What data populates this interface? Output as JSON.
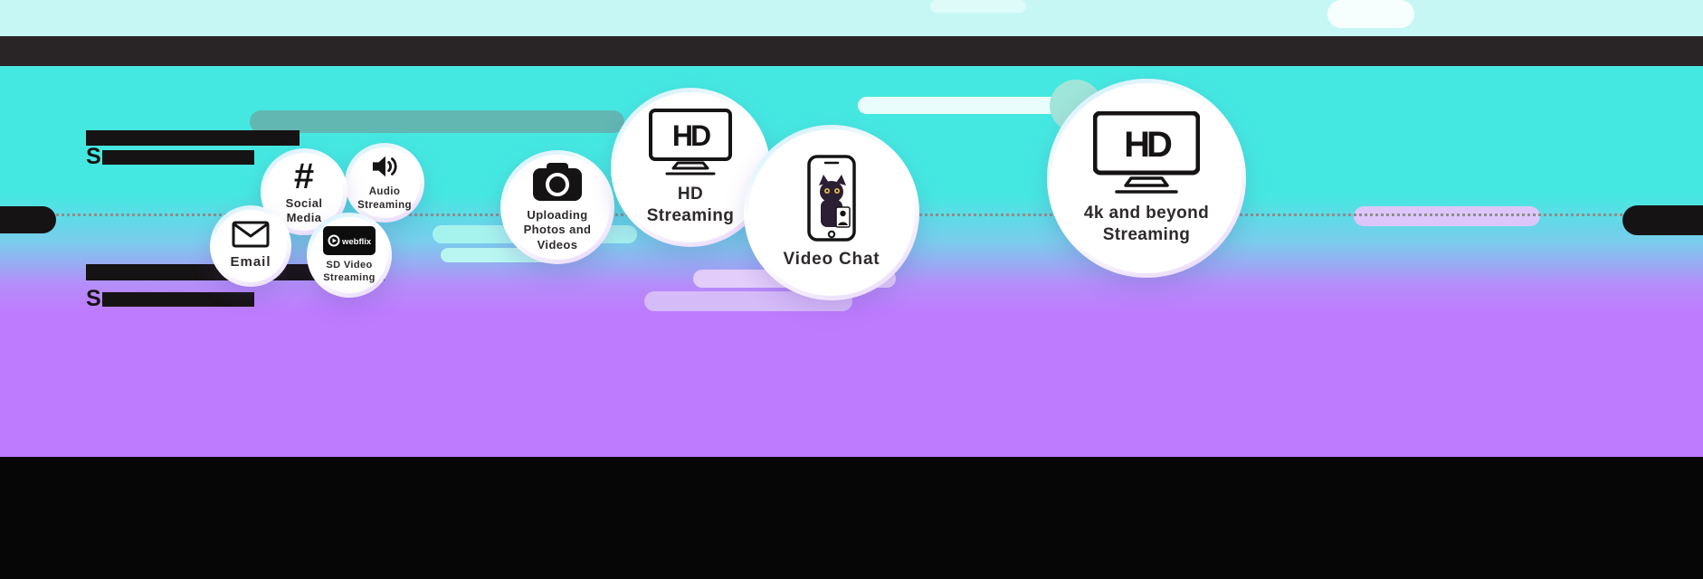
{
  "colors": {
    "cyan": "#45e8e1",
    "purple": "#be7bfe",
    "top_strip": "#c7f7f5",
    "header_bar": "#292526",
    "footer_bar": "#060606",
    "ink": "#161314",
    "pill_teal": "#62b7b3",
    "pill_lavender": "#d6bbf9"
  },
  "redacted": {
    "block1_line2_prefix": "S",
    "block2_line2_prefix": "S"
  },
  "bubbles": [
    {
      "label": "Email",
      "icon": "envelope-icon"
    },
    {
      "label": "Social Media",
      "icon": "hashtag-icon",
      "glyph": "#"
    },
    {
      "label": "Audio Streaming",
      "icon": "speaker-icon"
    },
    {
      "label": "SD Video Streaming",
      "icon": "webflix-badge-icon",
      "brand": "webflix"
    },
    {
      "label": "Uploading Photos and Videos",
      "icon": "camera-icon"
    },
    {
      "label": "HD Streaming",
      "icon": "hd-tv-icon",
      "icon_text": "HD"
    },
    {
      "label": "Video Chat",
      "icon": "video-chat-phone-icon"
    },
    {
      "label": "4k and beyond Streaming",
      "icon": "hd-tv-icon",
      "icon_text": "HD"
    }
  ]
}
